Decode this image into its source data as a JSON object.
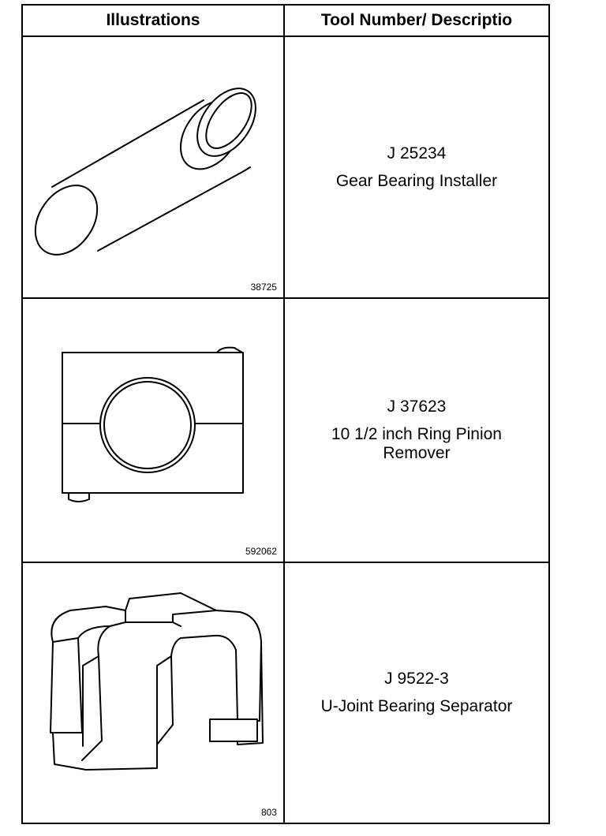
{
  "table": {
    "headers": {
      "illustrations": "Illustrations",
      "description": "Tool Number/ Descriptio"
    },
    "rows": [
      {
        "figure_code": "38725",
        "tool_number": "J 25234",
        "description": "Gear Bearing Installer",
        "illustration": "gear-bearing-installer-icon"
      },
      {
        "figure_code": "592062",
        "tool_number": "J 37623",
        "description": "10 1/2 inch Ring Pinion Remover",
        "illustration": "ring-pinion-remover-icon"
      },
      {
        "figure_code": "803",
        "tool_number": "J 9522-3",
        "description": "U-Joint Bearing Separator",
        "illustration": "u-joint-bearing-separator-icon"
      }
    ]
  }
}
